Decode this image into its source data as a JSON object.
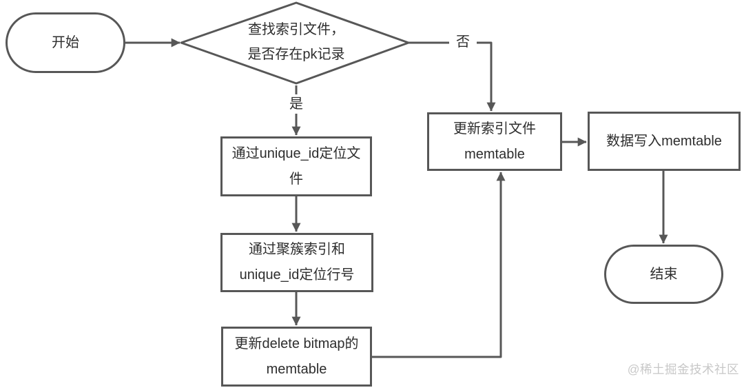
{
  "diagram": {
    "nodes": {
      "start": {
        "shape": "terminator",
        "label": "开始"
      },
      "decision": {
        "shape": "diamond",
        "lines": [
          "查找索引文件，",
          "是否存在pk记录"
        ]
      },
      "locate_file": {
        "shape": "process",
        "lines": [
          "通过unique_id定位文",
          "件"
        ]
      },
      "locate_row": {
        "shape": "process",
        "lines": [
          "通过聚簇索引和",
          "unique_id定位行号"
        ]
      },
      "update_bitmap": {
        "shape": "process",
        "lines": [
          "更新delete bitmap的",
          "memtable"
        ]
      },
      "update_index": {
        "shape": "process",
        "lines": [
          "更新索引文件",
          "memtable"
        ]
      },
      "write_memtable": {
        "shape": "process",
        "label": "数据写入memtable"
      },
      "end": {
        "shape": "terminator",
        "label": "结束"
      }
    },
    "edge_labels": {
      "yes": "是",
      "no": "否"
    },
    "edges": [
      {
        "from": "start",
        "to": "decision",
        "label": ""
      },
      {
        "from": "decision",
        "to": "locate_file",
        "label": "是"
      },
      {
        "from": "decision",
        "to": "update_index",
        "label": "否"
      },
      {
        "from": "locate_file",
        "to": "locate_row",
        "label": ""
      },
      {
        "from": "locate_row",
        "to": "update_bitmap",
        "label": ""
      },
      {
        "from": "update_bitmap",
        "to": "update_index",
        "label": ""
      },
      {
        "from": "update_index",
        "to": "write_memtable",
        "label": ""
      },
      {
        "from": "write_memtable",
        "to": "end",
        "label": ""
      }
    ],
    "colors": {
      "line": "#575757",
      "text": "#2d2d2d",
      "watermark": "#c8c8c8",
      "background": "#ffffff"
    }
  },
  "watermark": {
    "text": "@稀土掘金技术社区"
  }
}
